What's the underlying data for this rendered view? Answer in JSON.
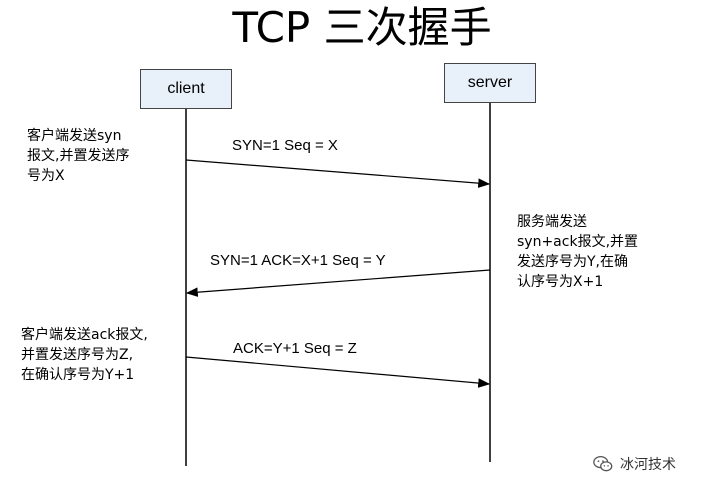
{
  "title": "TCP 三次握手",
  "actors": {
    "client": "client",
    "server": "server"
  },
  "messages": [
    {
      "label": "SYN=1  Seq = X",
      "direction": "client-to-server"
    },
    {
      "label": "SYN=1  ACK=X+1 Seq = Y",
      "direction": "server-to-client"
    },
    {
      "label": "ACK=Y+1 Seq = Z",
      "direction": "client-to-server"
    }
  ],
  "notes": {
    "client_step1": [
      "客户端发送syn",
      "报文,并置发送序",
      "号为X"
    ],
    "server_step2": [
      "服务端发送",
      "syn+ack报文,并置",
      "发送序号为Y,在确",
      "认序号为X+1"
    ],
    "client_step3": [
      "客户端发送ack报文,",
      "并置发送序号为Z,",
      "在确认序号为Y+1"
    ]
  },
  "watermark": {
    "icon": "wechat-icon",
    "text": "冰河技术"
  },
  "colors": {
    "actor_fill": "#e8f0fa",
    "line": "#000000"
  }
}
